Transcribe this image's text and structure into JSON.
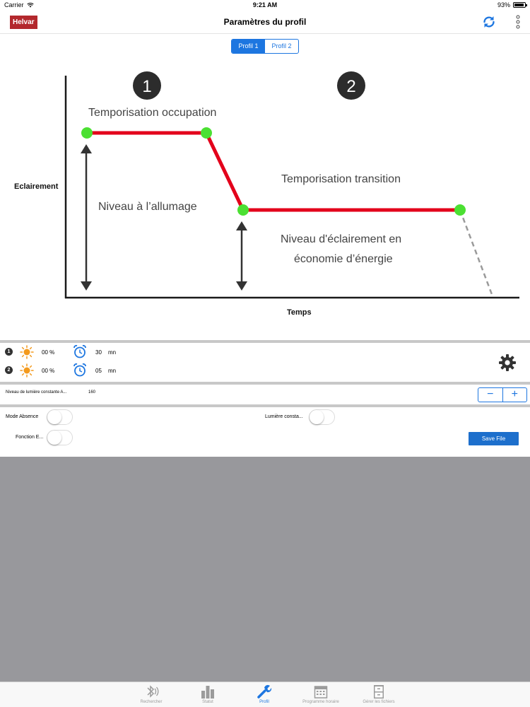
{
  "status_bar": {
    "carrier": "Carrier",
    "time": "9:21 AM",
    "battery": "93%"
  },
  "nav": {
    "logo": "Helvar",
    "title": "Paramètres du profil"
  },
  "segments": [
    {
      "label": "Profil 1",
      "selected": true
    },
    {
      "label": "Profil 2",
      "selected": false
    }
  ],
  "diagram": {
    "marker_1": "1",
    "marker_2": "2",
    "occupation_label": "Temporisation occupation",
    "transition_label": "Temporisation transition",
    "on_level_label": "Niveau à l’allumage",
    "eco_label_line1": "Niveau d'éclairement en",
    "eco_label_line2": "économie d’énergie",
    "y_axis_label": "Eclairement",
    "x_axis_label": "Temps",
    "line_color": "#e3001b",
    "point_color": "#4be032"
  },
  "stages": [
    {
      "index": "1",
      "percent": "00 %",
      "minutes": "30",
      "unit": "mn"
    },
    {
      "index": "2",
      "percent": "00 %",
      "minutes": "05",
      "unit": "mn"
    }
  ],
  "constant_light": {
    "label": "Niveau de lumière constante A...",
    "value": "160",
    "minus": "−",
    "plus": "+"
  },
  "toggles": {
    "absence_label": "Mode Absence",
    "constant_label": "Lumière consta...",
    "function_label": "Fonction E..."
  },
  "save_label": "Save File",
  "tabs": [
    {
      "label": "Rechercher",
      "icon": "bluetooth-icon"
    },
    {
      "label": "Statut",
      "icon": "bar-chart-icon"
    },
    {
      "label": "Profil",
      "icon": "wrench-icon",
      "active": true
    },
    {
      "label": "Programme horaire",
      "icon": "calendar-icon"
    },
    {
      "label": "Gérer les fichiers",
      "icon": "file-cabinet-icon"
    }
  ],
  "accent_color": "#1d76e0"
}
